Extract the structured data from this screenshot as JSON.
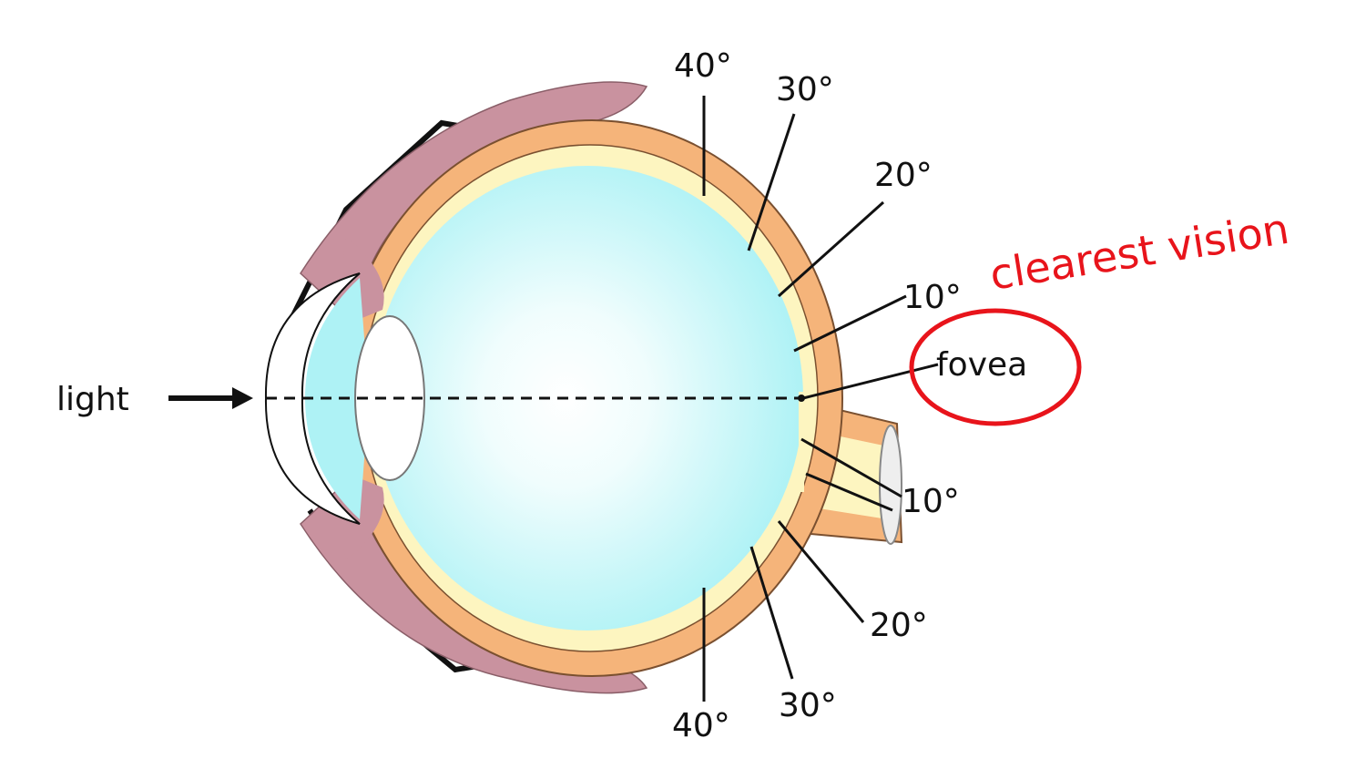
{
  "labels": {
    "light": "light",
    "fovea": "fovea",
    "clearest_vision": "clearest vision",
    "upper": [
      "40°",
      "30°",
      "20°",
      "10°"
    ],
    "lower": [
      "10°",
      "20°",
      "30°",
      "40°"
    ]
  },
  "colors": {
    "vitreous": "#aef2f5",
    "sclera": "#f5b47a",
    "choroid": "#fdf5c0",
    "muscle": "#c9929f",
    "highlight": "#e8141b"
  }
}
